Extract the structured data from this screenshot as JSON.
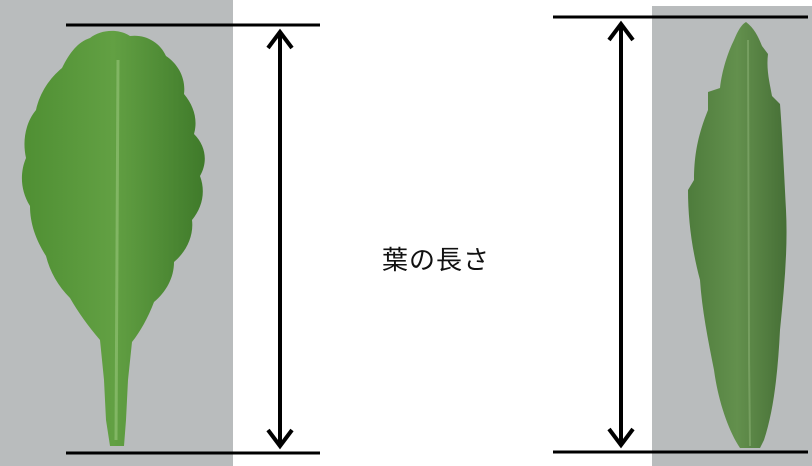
{
  "caption": {
    "text": "葉の長さ"
  },
  "colors": {
    "background": "#ffffff",
    "photo_background": "#b9bcbd",
    "leaf_left": "#5a9a3c",
    "leaf_left_dark": "#3f7a2a",
    "leaf_right": "#5c8a48",
    "leaf_right_dark": "#466f36",
    "measure_line": "#000000"
  },
  "figures": [
    {
      "name": "wide-wavy-leaf"
    },
    {
      "name": "narrow-fuzzy-leaf"
    }
  ]
}
